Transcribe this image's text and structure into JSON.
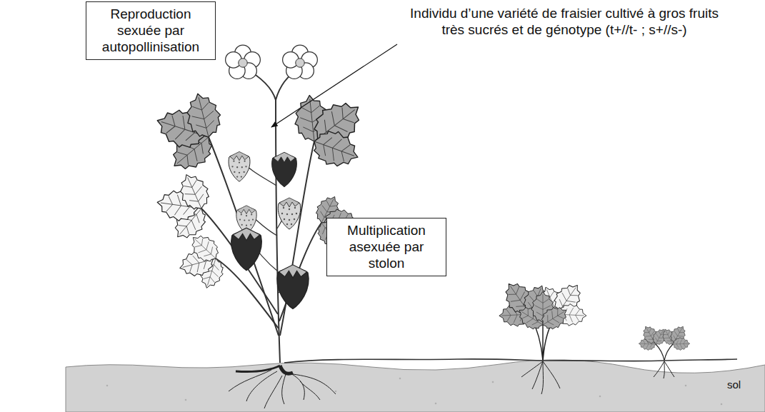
{
  "diagram": {
    "nodes": [
      {
        "text": [
          "Reproduction sexuée par autopollinisation"
        ]
      },
      {
        "text": [
          "Multiplication asexuée par stolon"
        ]
      }
    ],
    "labels": [
      "Individu d’une variété de fraisier cultivé à gros fruits très sucrés et de génotype (t+//t- ; s+//s-)",
      "sol"
    ]
  }
}
